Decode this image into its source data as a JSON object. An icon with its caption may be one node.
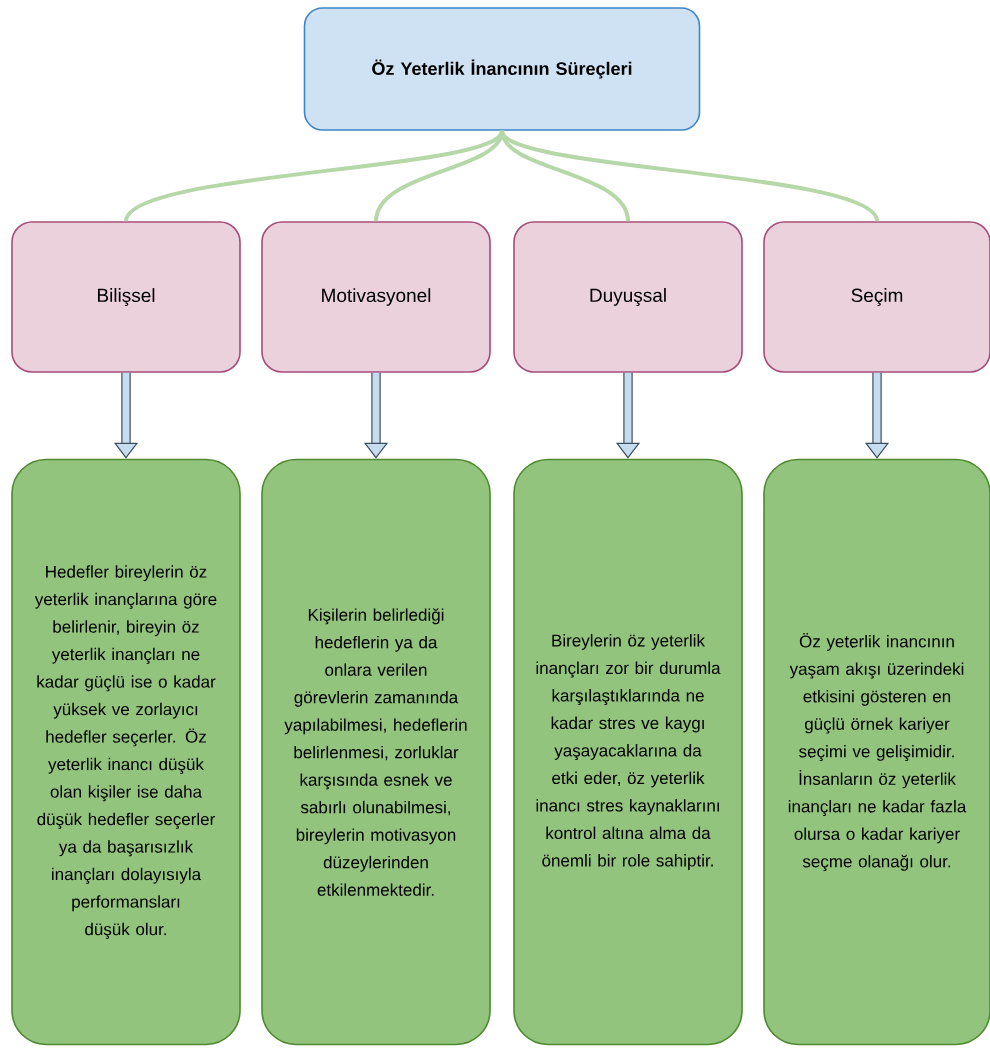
{
  "diagram": {
    "nodes": [
      {
        "text": [
          "Öz Yeterlik İnancının Süreçleri"
        ]
      },
      {
        "text": [
          "Bilişsel"
        ]
      },
      {
        "text": [
          "Motivasyonel"
        ]
      },
      {
        "text": [
          "Duyuşsal"
        ]
      },
      {
        "text": [
          "Seçim"
        ]
      },
      {
        "text": [
          "Hedefler bireylerin öz yeterlik inançlarına göre belirlenir, bireyin öz yeterlik inançları ne kadar güçlü ise o kadar yüksek ve zorlayıcı hedefler seçerler. Öz yeterlik inancı düşük olan kişiler ise daha düşük hedefler seçerler ya da başarısızlık inançları dolayısıyla performansları düşük olur."
        ]
      },
      {
        "text": [
          "Kişilerin belirlediği hedeflerin ya da onlara verilen görevlerin zamanında yapılabilmesi, hedeflerin belirlenmesi, zorluklar karşısında esnek ve sabırlı olunabilmesi, bireylerin motivasyon düzeylerinden etkilenmektedir."
        ]
      },
      {
        "text": [
          "Bireylerin öz yeterlik inançları zor bir durumla karşılaştıklarında ne kadar stres ve kaygı yaşayacaklarına da etki eder, öz yeterlik inancı stres kaynaklarını kontrol altına alma da önemli bir role sahiptir."
        ]
      },
      {
        "text": [
          "Öz yeterlik inancının yaşam akışı üzerindeki etkisini gösteren en güçlü örnek kariyer seçimi ve gelişimidir. İnsanların öz yeterlik inançları ne kadar fazla olursa o kadar kariyer seçme olanağı olur."
        ]
      }
    ],
    "edges": [
      {
        "from": 0,
        "to": 1,
        "arrow": "none"
      },
      {
        "from": 0,
        "to": 2,
        "arrow": "none"
      },
      {
        "from": 0,
        "to": 3,
        "arrow": "none"
      },
      {
        "from": 0,
        "to": 4,
        "arrow": "none"
      },
      {
        "from": 1,
        "to": 5,
        "arrow": "to",
        "style": "thick",
        "color": "#3f4f5f"
      },
      {
        "from": 2,
        "to": 6,
        "arrow": "to",
        "style": "thick",
        "color": "#3f4f5f"
      },
      {
        "from": 3,
        "to": 7,
        "arrow": "to",
        "style": "thick",
        "color": "#3f4f5f"
      },
      {
        "from": 4,
        "to": 8,
        "arrow": "to",
        "style": "thick",
        "color": "#3f4f5f"
      }
    ]
  }
}
